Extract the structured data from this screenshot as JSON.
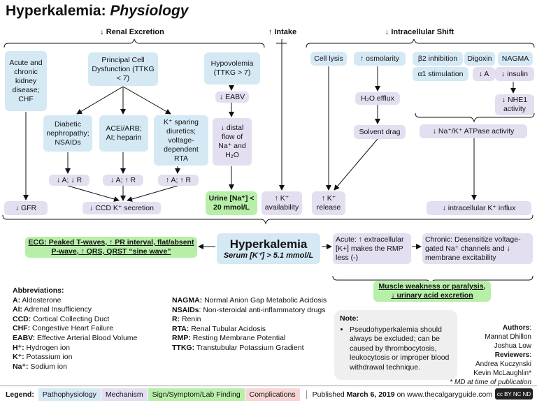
{
  "title": {
    "main": "Hyperkalemia: ",
    "italic": "Physiology"
  },
  "headers": {
    "renal": "↓ Renal Excretion",
    "intake": "↑ Intake",
    "shift": "↓ Intracellular Shift"
  },
  "renal": {
    "ckd": "Acute and chronic kidney disease; CHF",
    "gfr": "↓ GFR",
    "principal": "Principal Cell Dysfunction (TTKG < 7)",
    "diabetic": "Diabetic nephropathy; NSAIDs",
    "acei": "ACEi/ARB; AI; heparin",
    "ksparing": "K⁺ sparing diuretics; voltage-dependent RTA",
    "ar1": "↓ A; ↓ R",
    "ar2": "↓ A; ↑ R",
    "ar3": "↑ A; ↑ R",
    "ccd": "↓ CCD K⁺ secretion",
    "hypovolemia": "Hypovolemia (TTKG > 7)",
    "eabv": "↓ EABV",
    "distal": "↓ distal flow of Na⁺ and H₂O",
    "urine": "Urine [Na⁺] < 20 mmol/L"
  },
  "intake": {
    "availability": "↑ K⁺ availability"
  },
  "shift": {
    "lysis": "Cell lysis",
    "osmolarity": "↑ osmolarity",
    "h2o": "H₂O efflux",
    "solvent": "Solvent drag",
    "release": "↑ K⁺ release",
    "b2": "β2 inhibition",
    "a1": "α1 stimulation",
    "digoxin": "Digoxin",
    "digA": "↓ A",
    "nagma": "NAGMA",
    "insulin": "↓ insulin",
    "nhe1": "↓ NHE1 activity",
    "atpase": "↓ Na⁺/K⁺ ATPase activity",
    "influx": "↓ intracellular K⁺ influx"
  },
  "center": {
    "ecg": "ECG: Peaked T-waves, ↑ PR interval, flat/absent P-wave, ↑ QRS, QRST “sine wave”",
    "hyperkalemia": "Hyperkalemia",
    "serum": "Serum [K⁺] > 5.1 mmol/L",
    "acute": "Acute: ↑ extracellular [K+] makes the RMP less (-)",
    "chronic": "Chronic: Desensitize voltage-gated Na⁺ channels and ↓ membrane excitability",
    "muscle": "Muscle weakness or paralysis, ↓ urinary acid excretion"
  },
  "abbreviations": {
    "heading": "Abbreviations:",
    "col1": [
      {
        "k": "A:",
        "v": " Aldosterone"
      },
      {
        "k": "AI:",
        "v": " Adrenal Insufficiency"
      },
      {
        "k": "CCD:",
        "v": " Cortical Collecting Duct"
      },
      {
        "k": "CHF:",
        "v": " Congestive Heart Failure"
      },
      {
        "k": "EABV:",
        "v": " Effective Arterial Blood Volume"
      },
      {
        "k": "H⁺:",
        "v": " Hydrogen ion"
      },
      {
        "k": "K⁺:",
        "v": " Potassium ion"
      },
      {
        "k": "Na⁺:",
        "v": " Sodium ion"
      }
    ],
    "col2": [
      {
        "k": "NAGMA:",
        "v": " Normal Anion Gap Metabolic Acidosis"
      },
      {
        "k": "NSAIDs",
        "v": ": Non-steroidal anti-inflammatory drugs"
      },
      {
        "k": "R:",
        "v": " Renin"
      },
      {
        "k": "RTA:",
        "v": " Renal Tubular Acidosis"
      },
      {
        "k": "RMP:",
        "v": " Resting Membrane Potential"
      },
      {
        "k": "TTKG:",
        "v": " Transtubular Potassium Gradient"
      }
    ]
  },
  "note": {
    "heading": "Note:",
    "text": "Pseudohyperkalemia should always be excluded; can be caused by thrombocytosis, leukocytosis or improper blood withdrawal technique."
  },
  "authors": {
    "label": "Authors",
    "names": [
      "Mannat Dhillon",
      "Joshua Low"
    ],
    "reviewers_label": "Reviewers",
    "reviewers": [
      "Andrea Kuczynski",
      "Kevin McLaughlin*"
    ],
    "footnote": "* MD at time of publication"
  },
  "footer": {
    "legend": "Legend:",
    "items": [
      "Pathophysiology",
      "Mechanism",
      "Sign/Symptom/Lab Finding",
      "Complications"
    ],
    "published_prefix": "Published ",
    "published_date": "March 6, 2019",
    "published_suffix": " on www.thecalgaryguide.com",
    "license": "cc BY NC ND"
  },
  "colors": {
    "pathophysiology": "#d5e9f5",
    "mechanism": "#e3def0",
    "sign": "#b7efa9",
    "complications": "#f7d5d5"
  }
}
